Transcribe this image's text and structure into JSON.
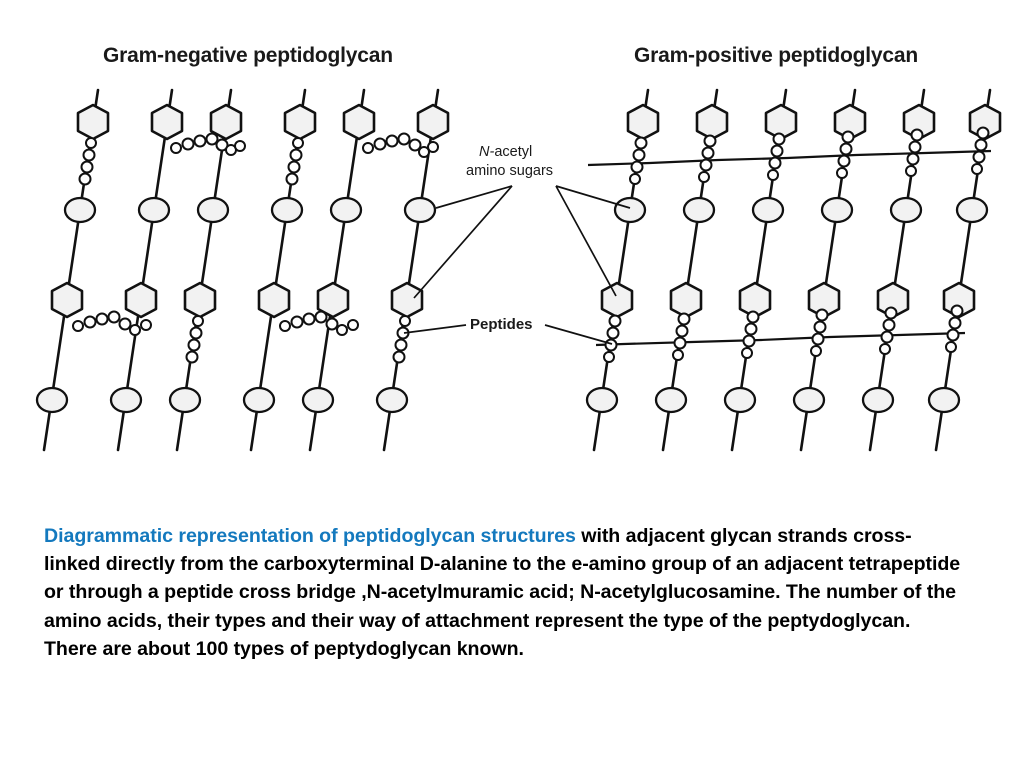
{
  "figure": {
    "left_panel": {
      "title": "Gram-negative peptidoglycan",
      "strand_count": 6,
      "crosslink_style": "direct-horizontal-peptide-bridges",
      "description": "Diagonal glycan strands bearing alternating hexagons (N-acetylmuramic acid) and circles (N-acetylglucosamine); short bead chains represent peptides, some hanging free and some bridging between adjacent strands."
    },
    "right_panel": {
      "title": "Gram-positive peptidoglycan",
      "strand_count": 6,
      "crosslink_style": "continuous-horizontal-crosslink-line",
      "description": "Diagonal glycan strands with vertical peptide bead chains from every hexagon, all joined by a continuous horizontal cross-bridge line."
    },
    "annotations": [
      {
        "id": "sugars",
        "line1": "N-acetyl",
        "line2": "amino sugars",
        "italic_prefix": "N-",
        "leader_count": 4
      },
      {
        "id": "peptides",
        "text": "Peptides",
        "leader_count": 2
      }
    ],
    "symbols": {
      "hexagon": "N-acetylmuramic acid",
      "circle": "N-acetylglucosamine",
      "bead_chain": "peptide"
    }
  },
  "caption": {
    "highlight_text": "Diagrammatic representation of peptidoglycan structures",
    "highlight_color": "#1479be",
    "body_text": " with adjacent glycan strands cross-linked directly from the carboxyterminal D-alanine to the e-amino group of an adjacent tetrapeptide or through a peptide cross bridge ,N-acetylmuramic acid; N-acetylglucosamine. The number of the amino acids, their types and their way of attachment represent the type of the peptydoglycan. There are about 100 types of peptydoglycan known."
  }
}
